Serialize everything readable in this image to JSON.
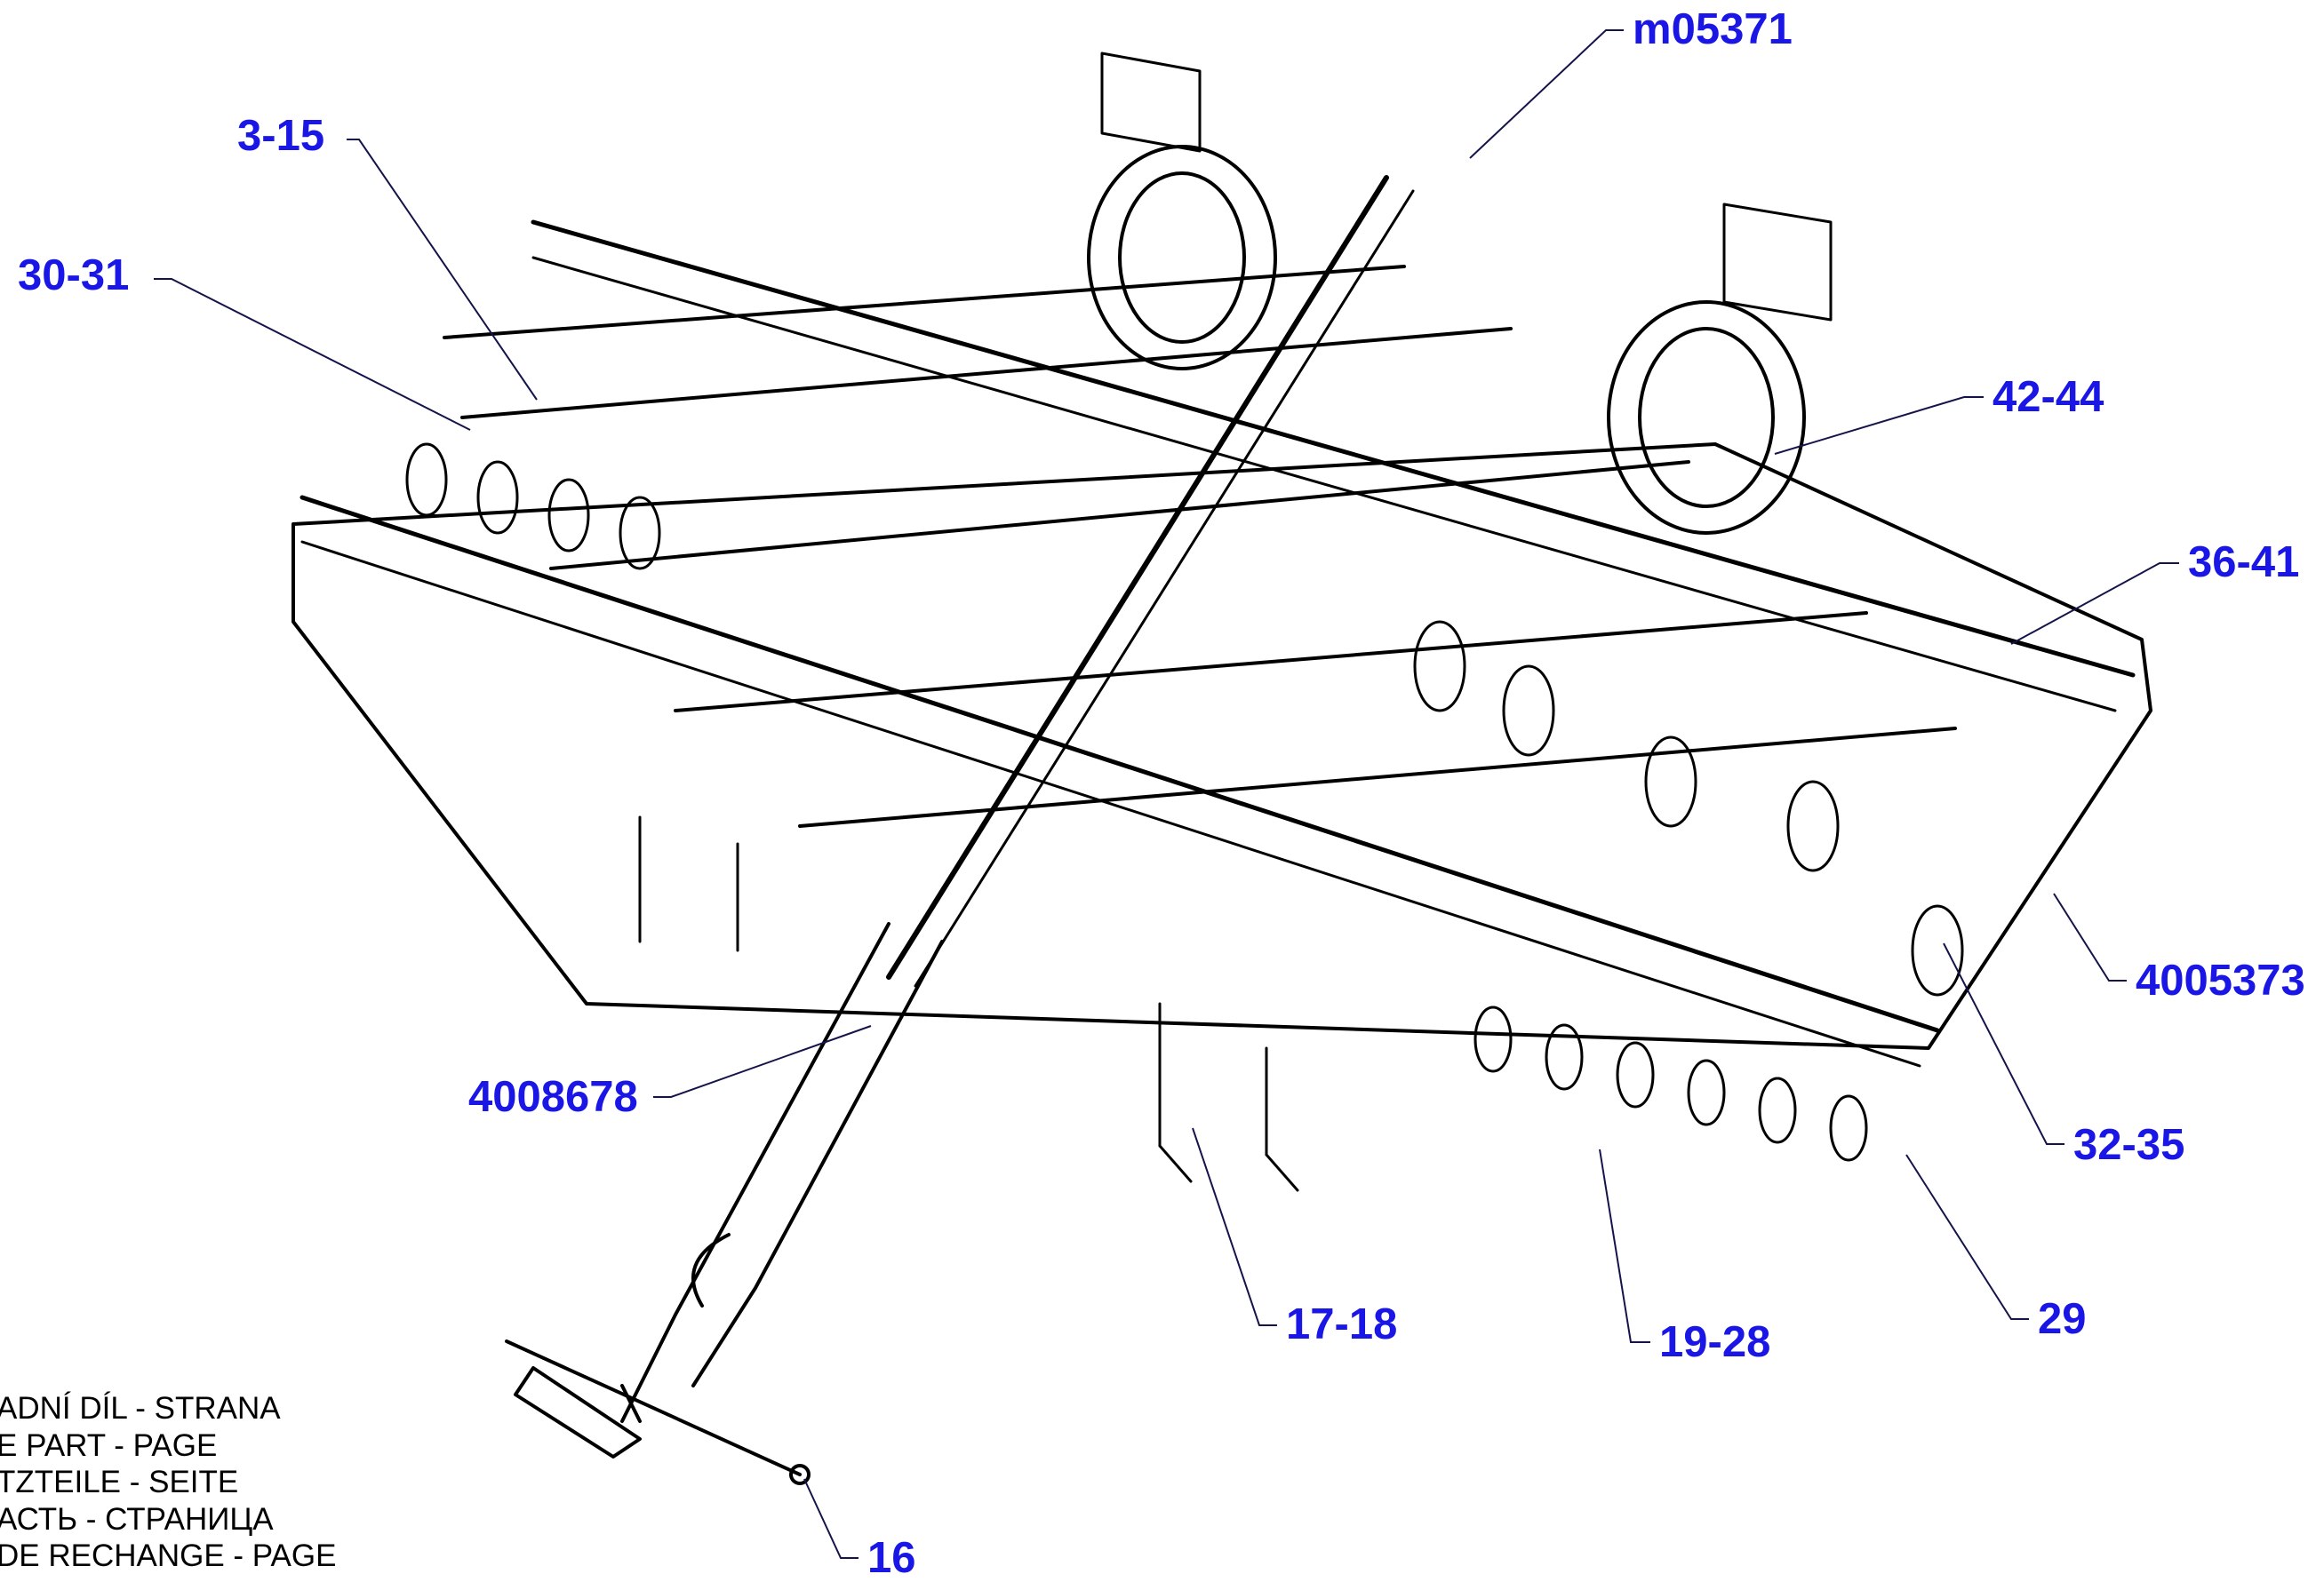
{
  "callouts": {
    "m05371": "m05371",
    "c3_15": "3-15",
    "c30_31": "30-31",
    "c42_44": "42-44",
    "c36_41": "36-41",
    "c4005373": "4005373",
    "c4008678": "4008678",
    "c32_35": "32-35",
    "c17_18": "17-18",
    "c19_28": "19-28",
    "c29": "29",
    "c16": "16"
  },
  "legend": [
    "ADNÍ DÍL - STRANA",
    "E PART - PAGE",
    "TZTEILE - SEITE",
    "АСТЬ - СТРАНИЦА",
    " DE RECHANGE - PAGE"
  ],
  "colors": {
    "callout_text": "#1a17e6",
    "leader_line": "#14144a",
    "drawing_line": "#000000"
  }
}
